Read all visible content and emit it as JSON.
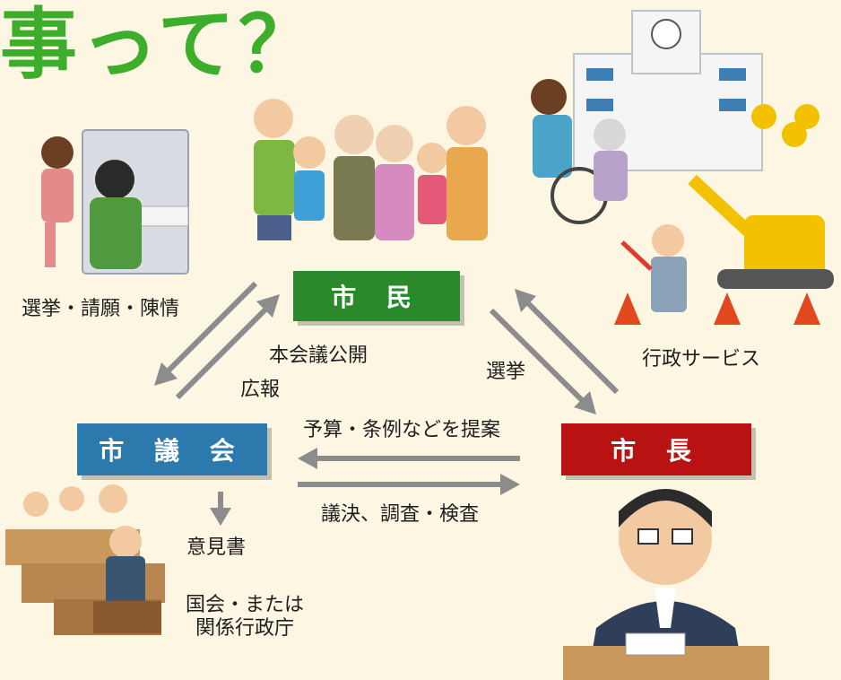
{
  "diagram": {
    "title": "事って？",
    "nodes": {
      "citizen": "市 民",
      "council": "市 議 会",
      "mayor": "市 長"
    },
    "labels": {
      "election_petition": "選挙・請願・陳情",
      "disclosure": "本会議公開",
      "publicity": "広報",
      "election": "選挙",
      "admin_service": "行政サービス",
      "proposal": "予算・条例などを提案",
      "resolution": "議決、調査・検査",
      "opinion": "意見書",
      "destination_line1": "国会・または",
      "destination_line2": "関係行政庁"
    },
    "colors": {
      "title": "#3cae2b",
      "citizen": "#2a8a2c",
      "council": "#2b79ad",
      "mayor": "#b81212",
      "arrow": "#8c8c8c",
      "background": "#fcf6e3"
    },
    "illustrations": [
      "voting-booth-illustration",
      "family-citizens-illustration",
      "school-and-construction-illustration",
      "council-assembly-illustration",
      "mayor-at-desk-illustration"
    ]
  }
}
